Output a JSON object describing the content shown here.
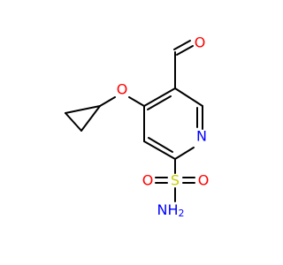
{
  "molecule": {
    "atoms": {
      "O_formyl": "O",
      "O_ether": "O",
      "N_ring": "N",
      "S": "S",
      "O_sulfonyl_left": "O",
      "O_sulfonyl_right": "O",
      "N_amide": "NH",
      "N_amide_sub": "2"
    }
  },
  "colors": {
    "oxygen": "#ff0000",
    "nitrogen": "#0000ff",
    "sulfur": "#cccc00",
    "bond": "#000000",
    "background": "#ffffff"
  }
}
